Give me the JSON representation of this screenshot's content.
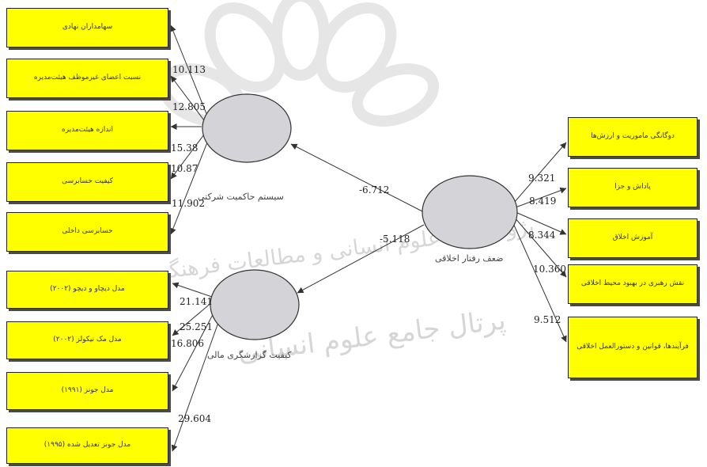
{
  "watermark": {
    "line1": "پژوهشگاه علوم انسانی و مطالعات فرهنگی",
    "line2": "پرتال جامع علوم انسانی"
  },
  "constructs": {
    "governance": "سیستم حاکمیت شرکتی",
    "reporting": "کیفیت گزارشگری مالی",
    "ethics": "ضعف رفتار اخلاقی"
  },
  "governance_indicators": [
    {
      "label": "سهامداران نهادی",
      "coef": "10.113"
    },
    {
      "label": "نسبت اعضای غیرموظف هیئت‌مدیره",
      "coef": "12.805"
    },
    {
      "label": "اندازه هیئت‌مدیره",
      "coef": "15.38"
    },
    {
      "label": "کیفیت حسابرسی",
      "coef": "10.87"
    },
    {
      "label": "حسابرسی داخلی",
      "coef": "11.902"
    }
  ],
  "reporting_indicators": [
    {
      "label": "مدل دیچاو و دیچو (۲۰۰۲)",
      "coef": "21.141"
    },
    {
      "label": "مدل مک نیکولز (۲۰۰۲)",
      "coef": "25.251"
    },
    {
      "label": "مدل جونز (۱۹۹۱)",
      "coef": "16.806"
    },
    {
      "label": "مدل جونز تعدیل شده (۱۹۹۵)",
      "coef": "29.604"
    }
  ],
  "ethics_indicators": [
    {
      "label": "دوگانگی ماموریت و ارزش‌ها",
      "coef": "9.321"
    },
    {
      "label": "پاداش و جزا",
      "coef": "8.419"
    },
    {
      "label": "آموزش اخلاق",
      "coef": "8.344"
    },
    {
      "label": "نقش رهبری در بهبود محیط اخلاقی",
      "coef": "10.360"
    },
    {
      "label": "فرآیندها، قوانین و دستورالعمل اخلاقی",
      "coef": "9.512"
    }
  ],
  "paths": {
    "ethics_to_governance": "-6.712",
    "ethics_to_reporting": "-5.118"
  }
}
